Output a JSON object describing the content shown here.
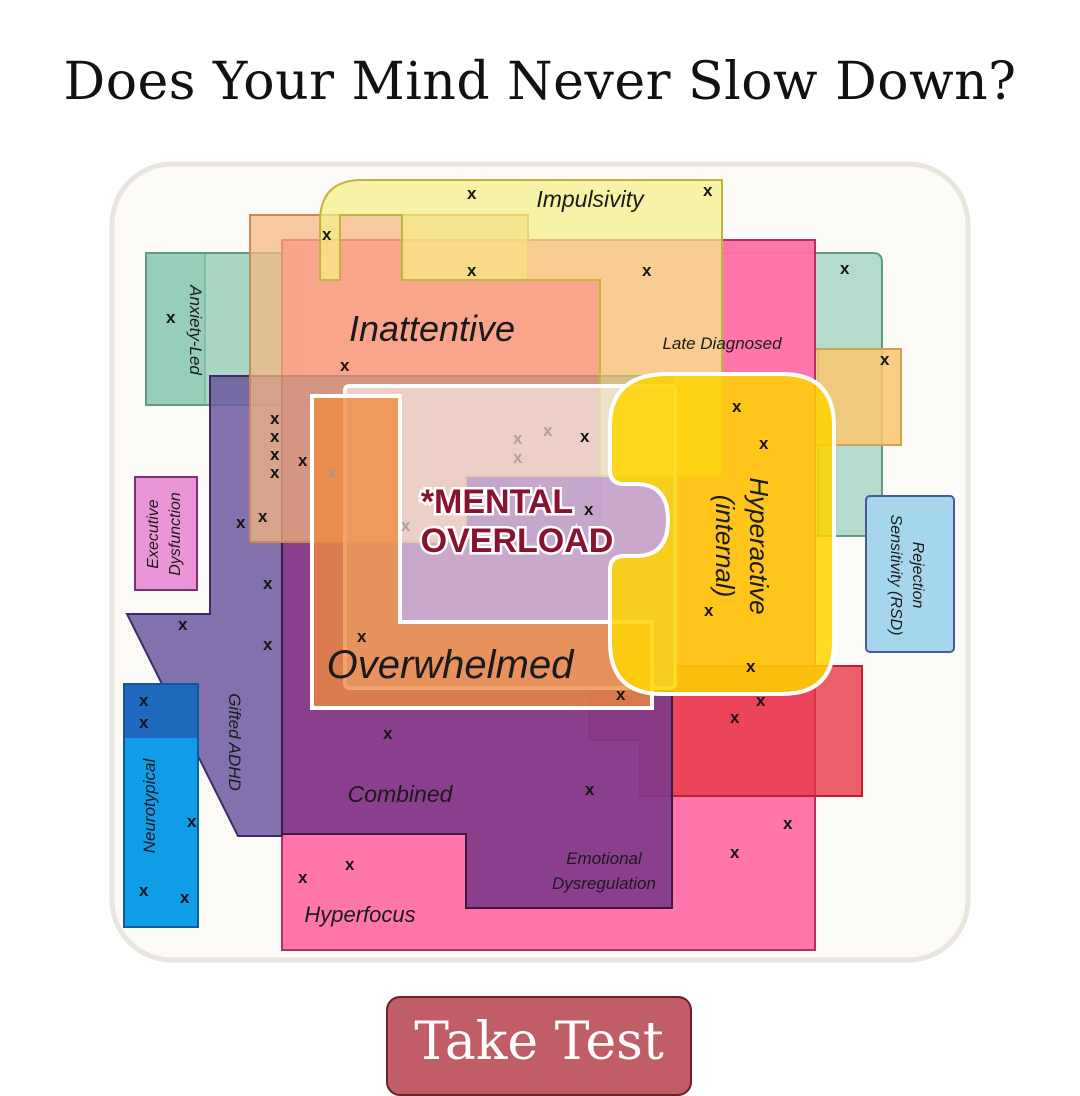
{
  "title": "Does Your Mind Never Slow Down?",
  "diagram": {
    "center_label": [
      "*MENTAL",
      "OVERLOAD"
    ],
    "regions": {
      "impulsivity": "Impulsivity",
      "inattentive": "Inattentive",
      "late_diagnosed": "Late Diagnosed",
      "anxiety_led": "Anxiety-Led",
      "executive_dysfunction": [
        "Executive",
        "Dysfunction"
      ],
      "gifted_adhd": "Gifted ADHD",
      "neurotypical": "Neurotypical",
      "combined": "Combined",
      "hyperfocus": "Hyperfocus",
      "emotional_dysregulation": [
        "Emotional",
        "Dysregulation"
      ],
      "overwhelmed": "Overwhelmed",
      "hyperactive_internal": [
        "Hyperactive",
        "(internal)"
      ],
      "rejection_sensitivity": [
        "Rejection",
        "Sensitivity (RSD)"
      ]
    },
    "marker": "x",
    "colors": {
      "impulsivity": "#f7ef86",
      "inattentive": "#f6b77f",
      "late_diagnosed": "#8fc9b3",
      "hyperfocus": "#ff6fa7",
      "combined": "#7d3a8a",
      "gifted_adhd": "#6d58a0",
      "neurotypical": "#0f9de8",
      "executive_dysfunction": "#ea95d8",
      "rejection_sensitivity": "#a6d6ee",
      "emotional_dysregulation": "#e6343f",
      "hyperactive_internal": "#ffd400",
      "overwhelmed": "#f08a3e",
      "center_label": "#8a1231"
    }
  },
  "cta": {
    "label": "Take Test"
  }
}
